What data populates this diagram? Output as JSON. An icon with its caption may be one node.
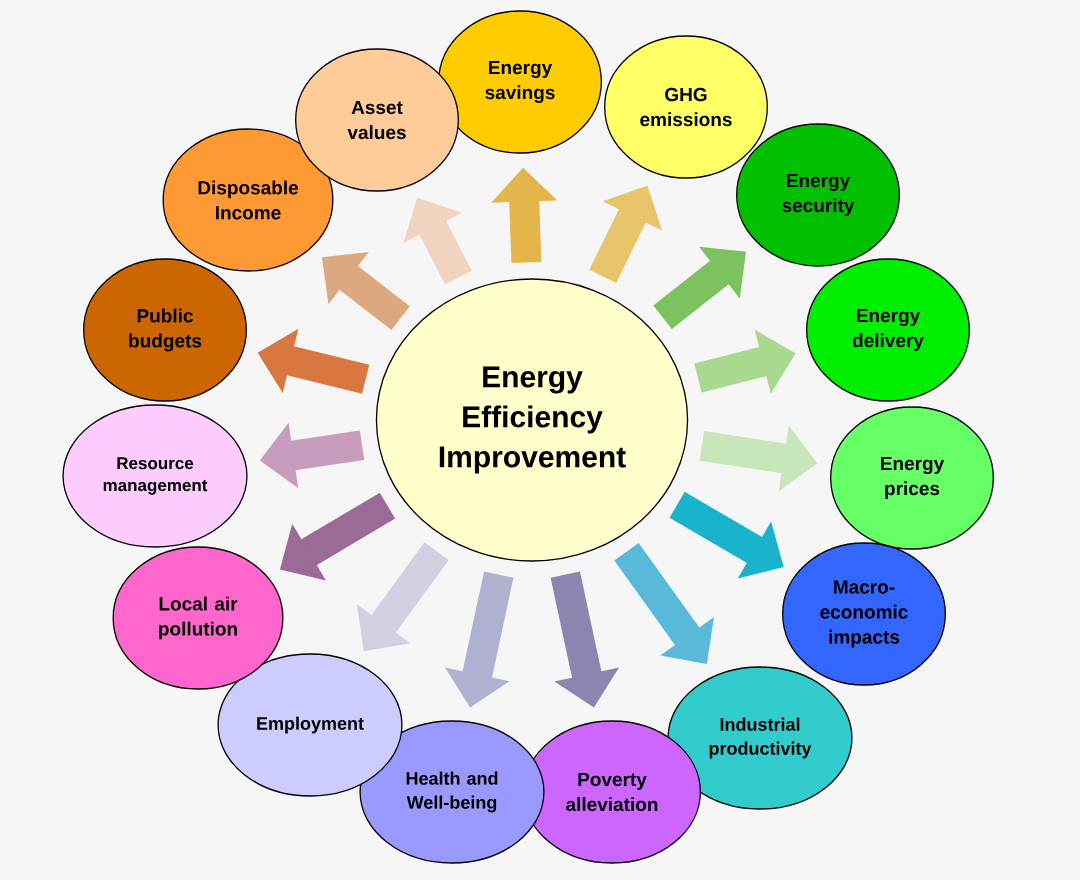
{
  "diagram": {
    "nodes": [
      {
        "text": [
          "Energy Efficiency Improvement"
        ]
      },
      {
        "text": [
          "Energy savings"
        ]
      },
      {
        "text": [
          "GHG emissions"
        ]
      },
      {
        "text": [
          "Energy security"
        ]
      },
      {
        "text": [
          "Energy delivery"
        ]
      },
      {
        "text": [
          "Energy prices"
        ]
      },
      {
        "text": [
          "Macro-economic impacts"
        ]
      },
      {
        "text": [
          "Industrial productivity"
        ]
      },
      {
        "text": [
          "Poverty alleviation"
        ]
      },
      {
        "text": [
          "Health and Well-being"
        ]
      },
      {
        "text": [
          "Employment"
        ]
      },
      {
        "text": [
          "Local air pollution"
        ]
      },
      {
        "text": [
          "Resource management"
        ]
      },
      {
        "text": [
          "Public budgets"
        ]
      },
      {
        "text": [
          "Disposable Income"
        ]
      },
      {
        "text": [
          "Asset values"
        ]
      }
    ],
    "edges": [
      {
        "from": 0,
        "to": 1,
        "arrow": "to",
        "color": "#e3b54a"
      },
      {
        "from": 0,
        "to": 2,
        "arrow": "to",
        "color": "#e8c46a"
      },
      {
        "from": 0,
        "to": 3,
        "arrow": "to",
        "color": "#7cc25e"
      },
      {
        "from": 0,
        "to": 4,
        "arrow": "to",
        "color": "#a9d98e"
      },
      {
        "from": 0,
        "to": 5,
        "arrow": "to",
        "color": "#c7e6b9"
      },
      {
        "from": 0,
        "to": 6,
        "arrow": "to",
        "color": "#19b3cc"
      },
      {
        "from": 0,
        "to": 7,
        "arrow": "to",
        "color": "#5ab8d8"
      },
      {
        "from": 0,
        "to": 8,
        "arrow": "to",
        "color": "#8a86b0"
      },
      {
        "from": 0,
        "to": 9,
        "arrow": "to",
        "color": "#b0b0d0"
      },
      {
        "from": 0,
        "to": 10,
        "arrow": "to",
        "color": "#d0d0e0"
      },
      {
        "from": 0,
        "to": 11,
        "arrow": "to",
        "color": "#9c6a96"
      },
      {
        "from": 0,
        "to": 12,
        "arrow": "to",
        "color": "#c89cbc"
      },
      {
        "from": 0,
        "to": 13,
        "arrow": "to",
        "color": "#d87840"
      },
      {
        "from": 0,
        "to": 14,
        "arrow": "to",
        "color": "#dba880"
      },
      {
        "from": 0,
        "to": 15,
        "arrow": "to",
        "color": "#f0d4c0"
      }
    ]
  }
}
